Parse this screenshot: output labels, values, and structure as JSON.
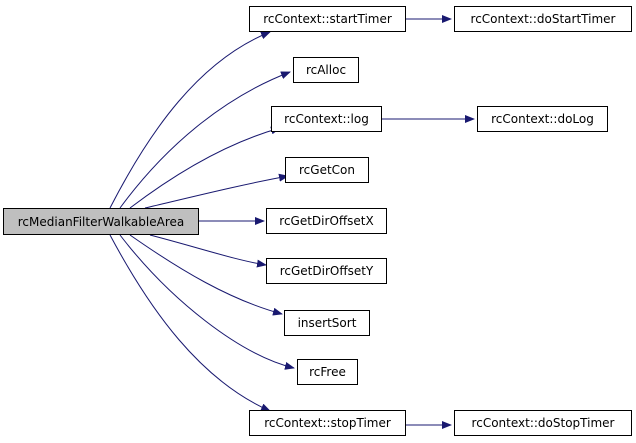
{
  "colors": {
    "edge": "#191970",
    "root_fill": "#bfbfbf",
    "node_fill": "#ffffff",
    "border": "#000000"
  },
  "graph": {
    "root": "rcMedianFilterWalkableArea",
    "nodes": {
      "startTimer": "rcContext::startTimer",
      "doStartTimer": "rcContext::doStartTimer",
      "alloc": "rcAlloc",
      "log": "rcContext::log",
      "doLog": "rcContext::doLog",
      "getCon": "rcGetCon",
      "getDirOffsetX": "rcGetDirOffsetX",
      "getDirOffsetY": "rcGetDirOffsetY",
      "insertSort": "insertSort",
      "free": "rcFree",
      "stopTimer": "rcContext::stopTimer",
      "doStopTimer": "rcContext::doStopTimer"
    }
  }
}
